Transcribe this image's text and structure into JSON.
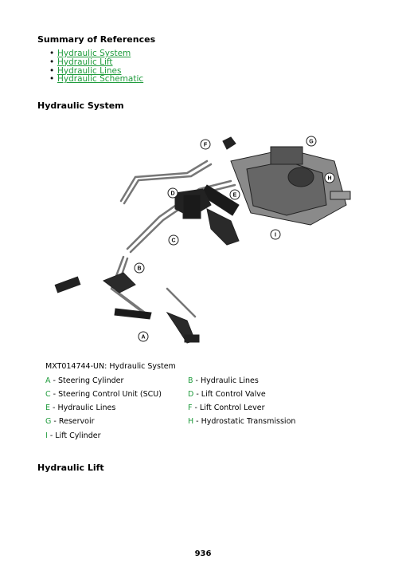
{
  "summary": {
    "title": "Summary of References",
    "links": [
      "Hydraulic System",
      "Hydraulic Lift",
      "Hydraulic Lines",
      "Hydraulic Schematic"
    ]
  },
  "hydraulic_system": {
    "title": "Hydraulic System",
    "caption": "MXT014744-UN: Hydraulic System",
    "callouts": [
      "A",
      "B",
      "C",
      "D",
      "E",
      "F",
      "G",
      "H",
      "I"
    ],
    "legend": [
      {
        "letter": "A",
        "label": " - Steering Cylinder"
      },
      {
        "letter": "B",
        "label": " - Hydraulic Lines"
      },
      {
        "letter": "C",
        "label": " - Steering Control Unit (SCU)"
      },
      {
        "letter": "D",
        "label": " - Lift Control Valve"
      },
      {
        "letter": "E",
        "label": " - Hydraulic Lines"
      },
      {
        "letter": "F",
        "label": " - Lift Control Lever"
      },
      {
        "letter": "G",
        "label": " - Reservoir"
      },
      {
        "letter": "H",
        "label": " - Hydrostatic Transmission"
      },
      {
        "letter": "I",
        "label": " - Lift Cylinder"
      }
    ]
  },
  "hydraulic_lift": {
    "title": "Hydraulic Lift"
  },
  "page_number": "936",
  "colors": {
    "link": "#1f9b3c",
    "legend_letter": "#1f9b3c"
  }
}
